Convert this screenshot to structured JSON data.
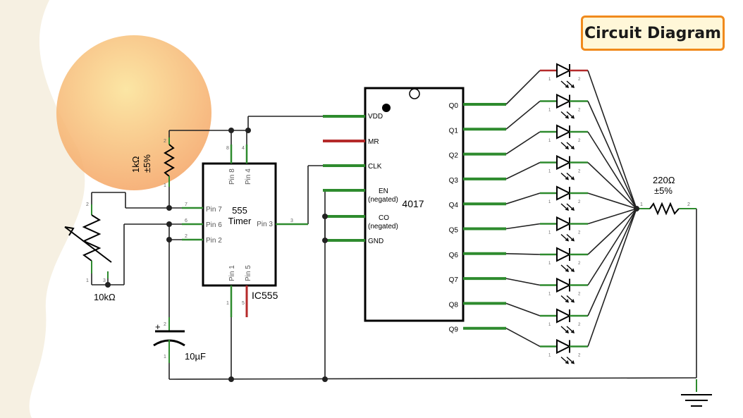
{
  "badge": {
    "title": "Circuit Diagram"
  },
  "components": {
    "ic555": {
      "name": "555",
      "sub": "Timer",
      "ref": "IC555",
      "pins": {
        "p8": "Pin 8",
        "p4": "Pin 4",
        "p7": "Pin 7",
        "p6": "Pin 6",
        "p2": "Pin 2",
        "p3": "Pin 3",
        "p1": "Pin 1",
        "p5": "Pin 5"
      },
      "pin_nums": {
        "n8": "8",
        "n4": "4",
        "n7": "7",
        "n6": "6",
        "n2": "2",
        "n3": "3",
        "n1": "1",
        "n5": "5"
      }
    },
    "ic4017": {
      "name": "4017",
      "left_pins": {
        "vdd": "VDD",
        "mr": "MR",
        "clk": "CLK",
        "en": "EN",
        "en_neg": "(negated)",
        "co": "CO",
        "co_neg": "(negated)",
        "gnd": "GND"
      },
      "outputs": [
        "Q0",
        "Q1",
        "Q2",
        "Q3",
        "Q4",
        "Q5",
        "Q6",
        "Q7",
        "Q8",
        "Q9"
      ]
    },
    "r1": {
      "value": "1kΩ",
      "tol": "±5%",
      "pin_top": "2",
      "pin_bottom": "1"
    },
    "pot": {
      "value": "10kΩ",
      "pin2": "2",
      "pin1": "1",
      "pin3": "3"
    },
    "cap": {
      "value": "10µF",
      "plus": "+",
      "pin_top": "2",
      "pin_bottom": "1"
    },
    "r2": {
      "value": "220Ω",
      "tol": "±5%",
      "pin1": "1",
      "pin2": "2"
    },
    "led": {
      "pin1": "1",
      "pin2": "2"
    }
  },
  "colors": {
    "wire": "#222222",
    "pin_green": "#2e8b2e",
    "pin_red": "#b52a2a",
    "blob_orange": "#f7b06a",
    "blob_cream": "#f7f1e4"
  }
}
